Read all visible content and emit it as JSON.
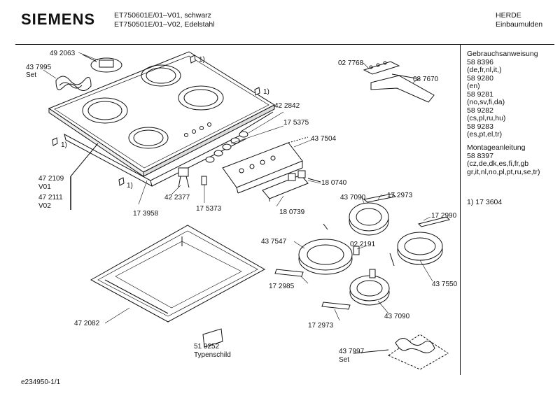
{
  "header": {
    "brand": "SIEMENS",
    "models": [
      "ET750601E/01–V01, schwarz",
      "ET750501E/01–V02, Edelstahl"
    ],
    "category": [
      "HERDE",
      "Einbaumulden"
    ]
  },
  "sidebar": {
    "manual_title": "Gebrauchsanweisung",
    "manuals": [
      {
        "num": "58 8396",
        "langs": "(de,fr,nl,it,)"
      },
      {
        "num": "58 9280",
        "langs": "(en)"
      },
      {
        "num": "58 9281",
        "langs": "(no,sv,fi,da)"
      },
      {
        "num": "58 9282",
        "langs": "(cs,pl,ru,hu)"
      },
      {
        "num": "58 9283",
        "langs": "(es,pt,el,tr)"
      }
    ],
    "mounting_title": "Montageanleitung",
    "mounting_num": "58 8397",
    "mounting_langs_1": "(cz,de,dk,es,fi,fr,gb",
    "mounting_langs_2": "gr,it,nl,no,pl,pt,ru,se,tr)",
    "footnote": "1)  17 3604"
  },
  "parts": [
    {
      "id": "p1",
      "text": "49 2063"
    },
    {
      "id": "p2",
      "text": "43 7995"
    },
    {
      "id": "p3",
      "text": "Set"
    },
    {
      "id": "p4",
      "text": "1)"
    },
    {
      "id": "p5",
      "text": "1)"
    },
    {
      "id": "p6",
      "text": "1)"
    },
    {
      "id": "p7",
      "text": "1)"
    },
    {
      "id": "p8",
      "text": "42 2842"
    },
    {
      "id": "p9",
      "text": "17 5375"
    },
    {
      "id": "p10",
      "text": "43 7504"
    },
    {
      "id": "p11",
      "text": "18 0740"
    },
    {
      "id": "p12",
      "text": "18 0739"
    },
    {
      "id": "p13",
      "text": "47 2109"
    },
    {
      "id": "p14",
      "text": "V01"
    },
    {
      "id": "p15",
      "text": "47 2111"
    },
    {
      "id": "p16",
      "text": "V02"
    },
    {
      "id": "p17",
      "text": "42 2377"
    },
    {
      "id": "p18",
      "text": "17 5373"
    },
    {
      "id": "p19",
      "text": "17 3958"
    },
    {
      "id": "p20",
      "text": "02 7768"
    },
    {
      "id": "p21",
      "text": "08 7670"
    },
    {
      "id": "p22",
      "text": "43 7090"
    },
    {
      "id": "p23",
      "text": "17 2973"
    },
    {
      "id": "p24",
      "text": "17 2990"
    },
    {
      "id": "p25",
      "text": "43 7547"
    },
    {
      "id": "p26",
      "text": "02 2191"
    },
    {
      "id": "p27",
      "text": "17 2985"
    },
    {
      "id": "p28",
      "text": "43 7550"
    },
    {
      "id": "p29",
      "text": "43 7090"
    },
    {
      "id": "p30",
      "text": "17 2973"
    },
    {
      "id": "p31",
      "text": "47 2082"
    },
    {
      "id": "p32",
      "text": "51 9252"
    },
    {
      "id": "p33",
      "text": "Typenschild"
    },
    {
      "id": "p34",
      "text": "43 7997"
    },
    {
      "id": "p35",
      "text": "Set"
    }
  ],
  "footer": {
    "code": "e234950-1/1"
  }
}
